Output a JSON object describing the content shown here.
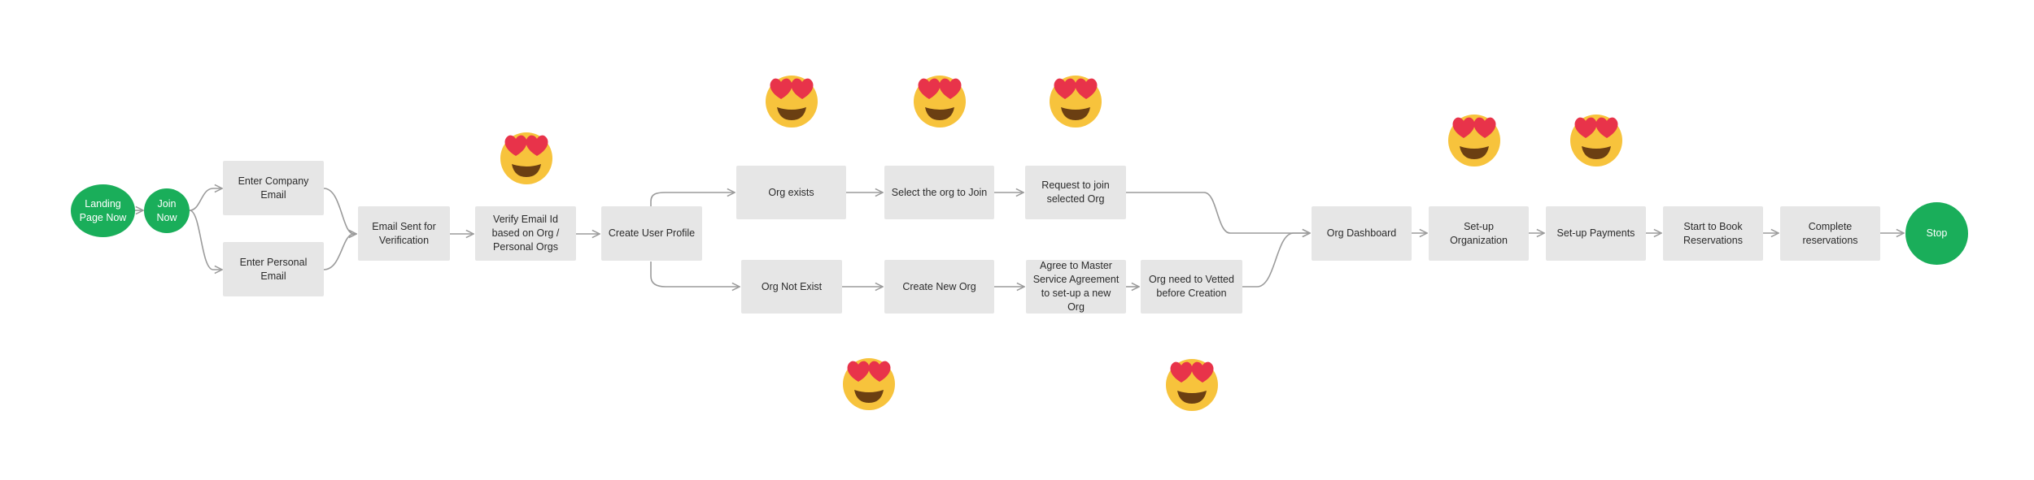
{
  "nodes": {
    "landing": "Landing Page Now",
    "join": "Join Now",
    "company_email": "Enter Company Email",
    "personal_email": "Enter Personal Email",
    "email_sent": "Email Sent for Verification",
    "verify_email": "Verify Email Id based on Org / Personal Orgs",
    "create_profile": "Create User Profile",
    "org_exists": "Org exists",
    "org_not_exist": "Org Not Exist",
    "select_org": "Select the org to Join",
    "create_org": "Create New Org",
    "request_join": "Request to join selected Org",
    "agree_msa": "Agree to Master Service Agreement to set-up a new Org",
    "org_vetted": "Org need to Vetted before Creation",
    "org_dashboard": "Org Dashboard",
    "setup_org": "Set-up Organization",
    "setup_payments": "Set-up Payments",
    "start_booking": "Start to Book Reservations",
    "complete_reservations": "Complete reservations",
    "stop": "Stop"
  },
  "colors": {
    "terminal": "#1aae5a",
    "process": "#e6e6e6",
    "connector": "#9b9b9b",
    "emoji_face": "#f7c33c",
    "emoji_heart": "#e8334a",
    "emoji_mouth": "#6b3f12"
  },
  "icons": {
    "reaction": "heart-eyes-emoji-icon"
  }
}
